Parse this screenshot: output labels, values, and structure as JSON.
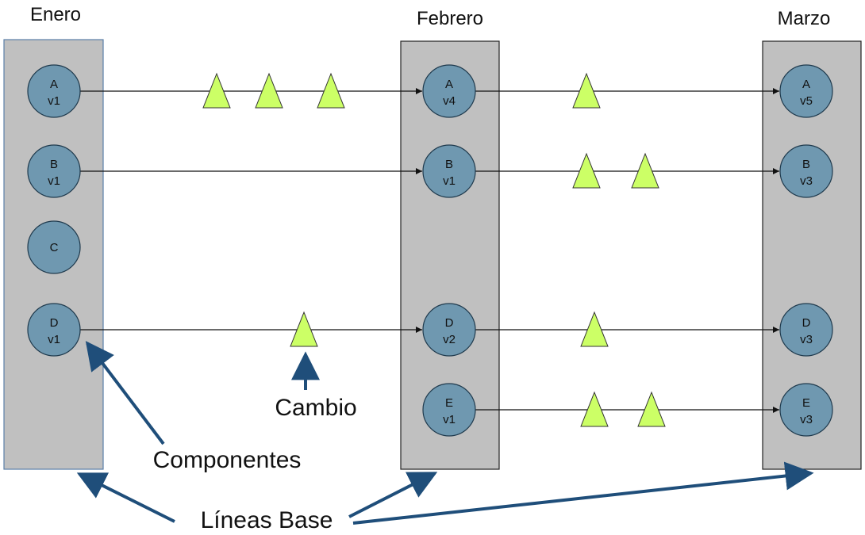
{
  "colors": {
    "baseline_fill": "#c0c0c0",
    "baseline_stroke_january": "#5a7fa8",
    "baseline_stroke": "#222222",
    "node_fill": "#6f98b0",
    "node_stroke": "#1f3a4d",
    "change_fill": "#ccff66",
    "change_stroke": "#333333",
    "connector": "#111111",
    "annotation_arrow": "#1f4e7a"
  },
  "columns": [
    {
      "id": "jan",
      "label": "Enero"
    },
    {
      "id": "feb",
      "label": "Febrero"
    },
    {
      "id": "mar",
      "label": "Marzo"
    }
  ],
  "nodes": [
    {
      "id": "jan-a",
      "column": "jan",
      "name": "A",
      "version": "v1"
    },
    {
      "id": "jan-b",
      "column": "jan",
      "name": "B",
      "version": "v1"
    },
    {
      "id": "jan-c",
      "column": "jan",
      "name": "C",
      "version": ""
    },
    {
      "id": "jan-d",
      "column": "jan",
      "name": "D",
      "version": "v1"
    },
    {
      "id": "feb-a",
      "column": "feb",
      "name": "A",
      "version": "v4"
    },
    {
      "id": "feb-b",
      "column": "feb",
      "name": "B",
      "version": "v1"
    },
    {
      "id": "feb-d",
      "column": "feb",
      "name": "D",
      "version": "v2"
    },
    {
      "id": "feb-e",
      "column": "feb",
      "name": "E",
      "version": "v1"
    },
    {
      "id": "mar-a",
      "column": "mar",
      "name": "A",
      "version": "v5"
    },
    {
      "id": "mar-b",
      "column": "mar",
      "name": "B",
      "version": "v3"
    },
    {
      "id": "mar-d",
      "column": "mar",
      "name": "D",
      "version": "v3"
    },
    {
      "id": "mar-e",
      "column": "mar",
      "name": "E",
      "version": "v3"
    }
  ],
  "edges": [
    {
      "from": "jan-a",
      "to": "feb-a",
      "changes": 3
    },
    {
      "from": "feb-a",
      "to": "mar-a",
      "changes": 1
    },
    {
      "from": "jan-b",
      "to": "feb-b",
      "changes": 0
    },
    {
      "from": "feb-b",
      "to": "mar-b",
      "changes": 2
    },
    {
      "from": "jan-d",
      "to": "feb-d",
      "changes": 1
    },
    {
      "from": "feb-d",
      "to": "mar-d",
      "changes": 1
    },
    {
      "from": "feb-e",
      "to": "mar-e",
      "changes": 2
    }
  ],
  "annotations": {
    "change": "Cambio",
    "components": "Componentes",
    "baselines": "Líneas Base"
  }
}
